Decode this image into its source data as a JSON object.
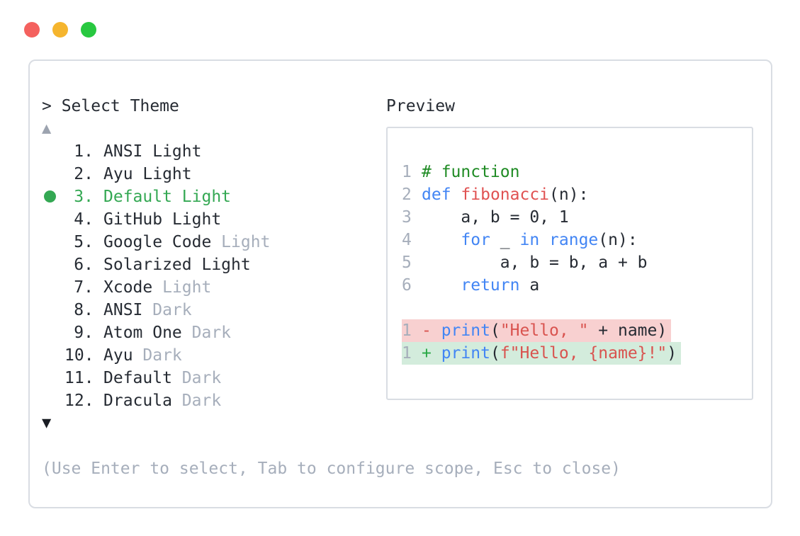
{
  "window": {
    "traffic_lights": {
      "close_color": "#f4615e",
      "minimize_color": "#f5b52e",
      "zoom_color": "#28c840"
    }
  },
  "selector": {
    "prompt": "> Select Theme",
    "scroll_up": "▲",
    "scroll_down": "▼",
    "items": [
      {
        "number": "1.",
        "name": "ANSI",
        "variant": "Light",
        "muted_variant": false,
        "selected": false
      },
      {
        "number": "2.",
        "name": "Ayu",
        "variant": "Light",
        "muted_variant": false,
        "selected": false
      },
      {
        "number": "3.",
        "name": "Default",
        "variant": "Light",
        "muted_variant": false,
        "selected": true
      },
      {
        "number": "4.",
        "name": "GitHub",
        "variant": "Light",
        "muted_variant": false,
        "selected": false
      },
      {
        "number": "5.",
        "name": "Google Code",
        "variant": "Light",
        "muted_variant": true,
        "selected": false
      },
      {
        "number": "6.",
        "name": "Solarized",
        "variant": "Light",
        "muted_variant": false,
        "selected": false
      },
      {
        "number": "7.",
        "name": "Xcode",
        "variant": "Light",
        "muted_variant": true,
        "selected": false
      },
      {
        "number": "8.",
        "name": "ANSI",
        "variant": "Dark",
        "muted_variant": true,
        "selected": false
      },
      {
        "number": "9.",
        "name": "Atom One",
        "variant": "Dark",
        "muted_variant": true,
        "selected": false
      },
      {
        "number": "10.",
        "name": "Ayu",
        "variant": "Dark",
        "muted_variant": true,
        "selected": false
      },
      {
        "number": "11.",
        "name": "Default",
        "variant": "Dark",
        "muted_variant": true,
        "selected": false
      },
      {
        "number": "12.",
        "name": "Dracula",
        "variant": "Dark",
        "muted_variant": true,
        "selected": false
      }
    ],
    "help_text": "(Use Enter to select, Tab to configure scope, Esc to close)"
  },
  "preview": {
    "title": "Preview",
    "code_lines": [
      {
        "num": "1",
        "highlight": null,
        "tokens": [
          {
            "text": "# function",
            "style": "comment"
          }
        ]
      },
      {
        "num": "2",
        "highlight": null,
        "tokens": [
          {
            "text": "def",
            "style": "keyword"
          },
          {
            "text": " ",
            "style": "plain"
          },
          {
            "text": "fibonacci",
            "style": "function"
          },
          {
            "text": "(n):",
            "style": "plain"
          }
        ]
      },
      {
        "num": "3",
        "highlight": null,
        "tokens": [
          {
            "text": "    a, b = 0, 1",
            "style": "plain"
          }
        ]
      },
      {
        "num": "4",
        "highlight": null,
        "tokens": [
          {
            "text": "    ",
            "style": "plain"
          },
          {
            "text": "for",
            "style": "keyword"
          },
          {
            "text": " _ ",
            "style": "plain"
          },
          {
            "text": "in",
            "style": "keyword"
          },
          {
            "text": " ",
            "style": "plain"
          },
          {
            "text": "range",
            "style": "keyword"
          },
          {
            "text": "(n):",
            "style": "plain"
          }
        ]
      },
      {
        "num": "5",
        "highlight": null,
        "tokens": [
          {
            "text": "        a, b = b, a + b",
            "style": "plain"
          }
        ]
      },
      {
        "num": "6",
        "highlight": null,
        "tokens": [
          {
            "text": "    ",
            "style": "plain"
          },
          {
            "text": "return",
            "style": "keyword"
          },
          {
            "text": " a",
            "style": "plain"
          }
        ]
      },
      {
        "num": "",
        "highlight": null,
        "tokens": []
      },
      {
        "num": "1",
        "highlight": "removed",
        "tokens": [
          {
            "text": "- ",
            "style": "minus"
          },
          {
            "text": "print",
            "style": "keyword"
          },
          {
            "text": "(",
            "style": "plain"
          },
          {
            "text": "\"Hello, \"",
            "style": "string"
          },
          {
            "text": " + name)",
            "style": "plain"
          }
        ]
      },
      {
        "num": "1",
        "highlight": "added",
        "tokens": [
          {
            "text": "+ ",
            "style": "plus"
          },
          {
            "text": "print",
            "style": "keyword"
          },
          {
            "text": "(",
            "style": "plain"
          },
          {
            "text": "f\"Hello, {name}!\"",
            "style": "string"
          },
          {
            "text": ")",
            "style": "plain"
          }
        ]
      }
    ]
  },
  "colors": {
    "text": "#262b33",
    "muted": "#a6aebb",
    "selected_green": "#34a853",
    "comment": "#1f8b24",
    "keyword": "#4285f4",
    "function": "#e05252",
    "string": "#d9534f",
    "minus": "#d9534f",
    "plus": "#28a745",
    "removed_bg": "#f8d0d0",
    "added_bg": "#d3ecdc",
    "border": "#d9dde3",
    "arrow_up": "#9ca3af",
    "arrow_down": "#1a1d23"
  }
}
